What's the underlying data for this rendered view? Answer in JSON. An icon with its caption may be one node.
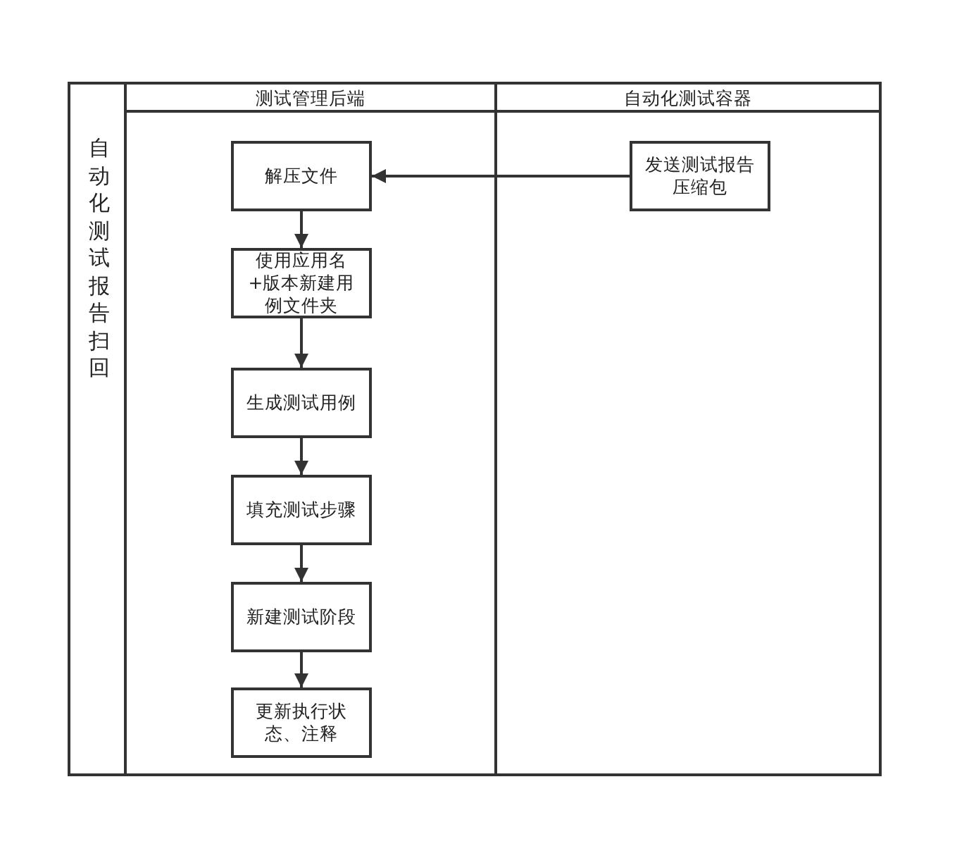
{
  "diagram": {
    "nodes": [
      {
        "text": [
          "自动化测试报告扫回"
        ]
      },
      {
        "text": [
          "测试管理后端"
        ],
        "in": 0
      },
      {
        "text": [
          "解压文件"
        ],
        "in": 1
      },
      {
        "text": [
          "使用应用名+版本新建用例文件夹"
        ],
        "in": 1
      },
      {
        "text": [
          "生成测试用例"
        ],
        "in": 1
      },
      {
        "text": [
          "填充测试步骤"
        ],
        "in": 1
      },
      {
        "text": [
          "新建测试阶段"
        ],
        "in": 1
      },
      {
        "text": [
          "更新执行状态、注释"
        ],
        "in": 1
      },
      {
        "text": [
          "自动化测试容器"
        ],
        "in": 0
      },
      {
        "text": [
          "发送测试报告压缩包"
        ],
        "in": 8
      }
    ],
    "edges": [
      {
        "from": 9,
        "to": 2,
        "arrow": "to"
      },
      {
        "from": 2,
        "to": 3,
        "arrow": "to"
      },
      {
        "from": 3,
        "to": 4,
        "arrow": "to"
      },
      {
        "from": 4,
        "to": 5,
        "arrow": "to"
      },
      {
        "from": 5,
        "to": 6,
        "arrow": "to"
      },
      {
        "from": 6,
        "to": 7,
        "arrow": "to"
      }
    ]
  }
}
